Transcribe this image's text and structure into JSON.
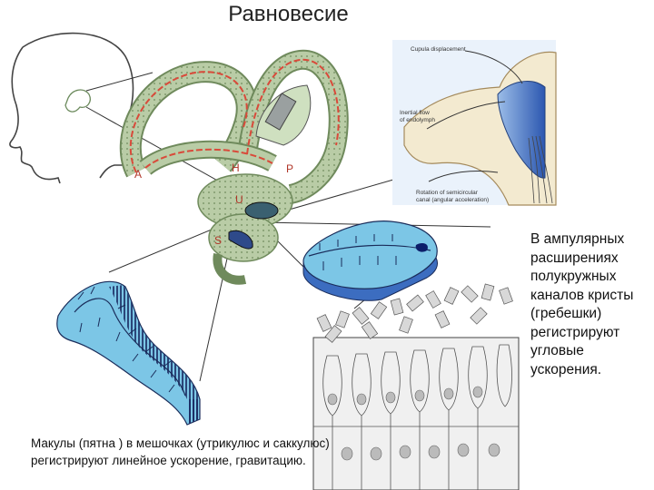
{
  "title": "Равновесие",
  "ampullae_caption": "В ампулярных расширениях полукружных каналов кристы (гребешки) регистрируют угловые ускорения.",
  "macula_caption": "Макулы (пятна ) в мешочках (утрикулюс и саккулюс) регистрируют линейное ускорение, гравитацию.",
  "labyrinth_labels": {
    "anterior": "А",
    "horizontal": "Н",
    "posterior": "Р",
    "utricle": "U",
    "saccule": "S"
  },
  "cupula_inset": {
    "cupula_displacement": "Cupula displacement",
    "inertial_flow_1": "Inertial flow",
    "inertial_flow_2": "of endolymph",
    "rotation_1": "Rotation of semicircular",
    "rotation_2": "canal (angular acceleration)"
  },
  "colors": {
    "labyrinth_green": "#b9cca6",
    "duct_red": "#d94a3a",
    "macula_blue": "#7cc6e6",
    "inset_bg": "#f3ead0",
    "cupula_blue": "#3b6fc4"
  }
}
